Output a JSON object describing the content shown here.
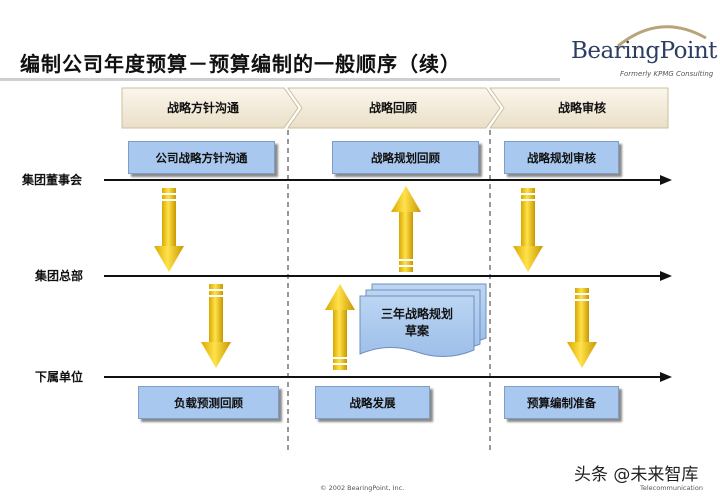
{
  "title": "编制公司年度预算－预算编制的一般顺序（续）",
  "logo": {
    "name": "BearingPoint",
    "tagline": "Formerly KPMG Consulting"
  },
  "phases": [
    "战略方针沟通",
    "战略回顾",
    "战略审核"
  ],
  "levels": [
    "集团董事会",
    "集团总部",
    "下属单位"
  ],
  "boxes": {
    "board_communication": "公司战略方针沟通",
    "board_review": "战略规划回顾",
    "board_audit": "战略规划审核",
    "unit_forecast": "负载预测回顾",
    "unit_development": "战略发展",
    "unit_budget_prep": "预算编制准备"
  },
  "document": {
    "line1": "三年战略规划",
    "line2": "草案"
  },
  "footer": "© 2002 BearingPoint, Inc.",
  "watermark": {
    "main": "头条 @未来智库",
    "sub": "Telecommunication"
  },
  "colors": {
    "box_fill": "#a9c8ef",
    "arrow_gold": "#f2c200",
    "phase_fill": "#f4ecdc"
  }
}
